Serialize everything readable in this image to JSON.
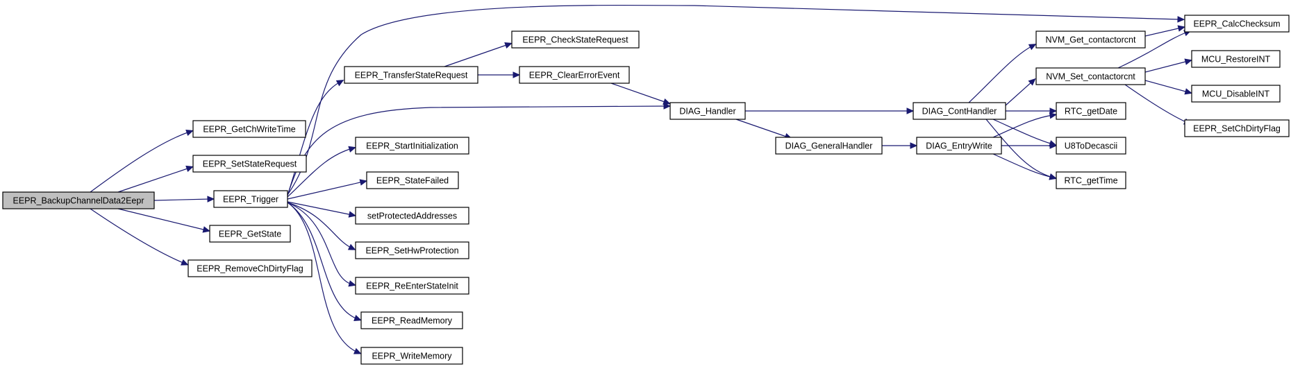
{
  "graph": {
    "nodes": [
      {
        "id": "backup",
        "label": "EEPR_BackupChannelData2Eepr"
      },
      {
        "id": "getchwritetime",
        "label": "EEPR_GetChWriteTime"
      },
      {
        "id": "setstaterequest",
        "label": "EEPR_SetStateRequest"
      },
      {
        "id": "trigger",
        "label": "EEPR_Trigger"
      },
      {
        "id": "getstate",
        "label": "EEPR_GetState"
      },
      {
        "id": "removechdirtyflag",
        "label": "EEPR_RemoveChDirtyFlag"
      },
      {
        "id": "transferstaterequest",
        "label": "EEPR_TransferStateRequest"
      },
      {
        "id": "checkstaterequest",
        "label": "EEPR_CheckStateRequest"
      },
      {
        "id": "clearerrorevent",
        "label": "EEPR_ClearErrorEvent"
      },
      {
        "id": "startinit",
        "label": "EEPR_StartInitialization"
      },
      {
        "id": "statefailed",
        "label": "EEPR_StateFailed"
      },
      {
        "id": "setprotected",
        "label": "setProtectedAddresses"
      },
      {
        "id": "sethwprotection",
        "label": "EEPR_SetHwProtection"
      },
      {
        "id": "reenterstateinit",
        "label": "EEPR_ReEnterStateInit"
      },
      {
        "id": "readmemory",
        "label": "EEPR_ReadMemory"
      },
      {
        "id": "writememory",
        "label": "EEPR_WriteMemory"
      },
      {
        "id": "diaghandler",
        "label": "DIAG_Handler"
      },
      {
        "id": "generalhandler",
        "label": "DIAG_GeneralHandler"
      },
      {
        "id": "conthandler",
        "label": "DIAG_ContHandler"
      },
      {
        "id": "entrywrite",
        "label": "DIAG_EntryWrite"
      },
      {
        "id": "nvmget",
        "label": "NVM_Get_contactorcnt"
      },
      {
        "id": "nvmset",
        "label": "NVM_Set_contactorcnt"
      },
      {
        "id": "rtcgetdate",
        "label": "RTC_getDate"
      },
      {
        "id": "u8todecascii",
        "label": "U8ToDecascii"
      },
      {
        "id": "rtcgettime",
        "label": "RTC_getTime"
      },
      {
        "id": "calcchecksum",
        "label": "EEPR_CalcChecksum"
      },
      {
        "id": "restoreint",
        "label": "MCU_RestoreINT"
      },
      {
        "id": "disableint",
        "label": "MCU_DisableINT"
      },
      {
        "id": "setchdirtyflag",
        "label": "EEPR_SetChDirtyFlag"
      }
    ],
    "edges": [
      {
        "from": "backup",
        "to": "getchwritetime"
      },
      {
        "from": "backup",
        "to": "setstaterequest"
      },
      {
        "from": "backup",
        "to": "trigger"
      },
      {
        "from": "backup",
        "to": "getstate"
      },
      {
        "from": "backup",
        "to": "removechdirtyflag"
      },
      {
        "from": "trigger",
        "to": "calcchecksum"
      },
      {
        "from": "trigger",
        "to": "transferstaterequest"
      },
      {
        "from": "trigger",
        "to": "diaghandler"
      },
      {
        "from": "trigger",
        "to": "startinit"
      },
      {
        "from": "trigger",
        "to": "statefailed"
      },
      {
        "from": "trigger",
        "to": "setprotected"
      },
      {
        "from": "trigger",
        "to": "sethwprotection"
      },
      {
        "from": "trigger",
        "to": "reenterstateinit"
      },
      {
        "from": "trigger",
        "to": "readmemory"
      },
      {
        "from": "trigger",
        "to": "writememory"
      },
      {
        "from": "transferstaterequest",
        "to": "checkstaterequest"
      },
      {
        "from": "transferstaterequest",
        "to": "clearerrorevent"
      },
      {
        "from": "clearerrorevent",
        "to": "diaghandler"
      },
      {
        "from": "diaghandler",
        "to": "conthandler"
      },
      {
        "from": "diaghandler",
        "to": "generalhandler"
      },
      {
        "from": "generalhandler",
        "to": "entrywrite"
      },
      {
        "from": "conthandler",
        "to": "nvmget"
      },
      {
        "from": "conthandler",
        "to": "nvmset"
      },
      {
        "from": "conthandler",
        "to": "rtcgetdate"
      },
      {
        "from": "conthandler",
        "to": "u8todecascii"
      },
      {
        "from": "conthandler",
        "to": "rtcgettime"
      },
      {
        "from": "entrywrite",
        "to": "rtcgetdate"
      },
      {
        "from": "entrywrite",
        "to": "u8todecascii"
      },
      {
        "from": "entrywrite",
        "to": "rtcgettime"
      },
      {
        "from": "nvmget",
        "to": "calcchecksum"
      },
      {
        "from": "nvmset",
        "to": "calcchecksum"
      },
      {
        "from": "nvmset",
        "to": "restoreint"
      },
      {
        "from": "nvmset",
        "to": "disableint"
      },
      {
        "from": "nvmset",
        "to": "setchdirtyflag"
      }
    ]
  }
}
